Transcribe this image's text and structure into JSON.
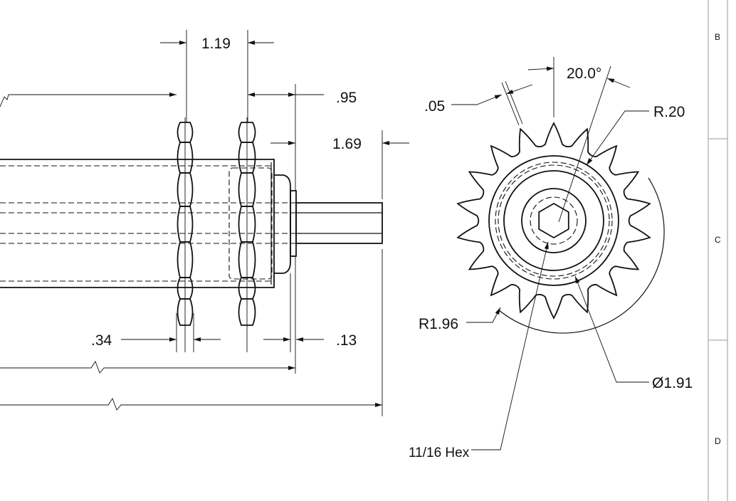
{
  "side_view": {
    "dim_sprocket_spacing": "1.19",
    "dim_overall_to_washer": ".95",
    "dim_shaft_extension": "1.69",
    "dim_sprocket_width": ".34",
    "dim_washer_thickness": ".13"
  },
  "end_view": {
    "dim_tooth_width": ".05",
    "dim_tooth_angle": "20.0°",
    "dim_tooth_radius": "R.20",
    "dim_outer_radius": "R1.96",
    "dim_hub_diameter": "Ø1.91",
    "dim_hex": "11/16 Hex",
    "tooth_count": 18
  },
  "border": {
    "zones": [
      "B",
      "C",
      "D"
    ]
  }
}
